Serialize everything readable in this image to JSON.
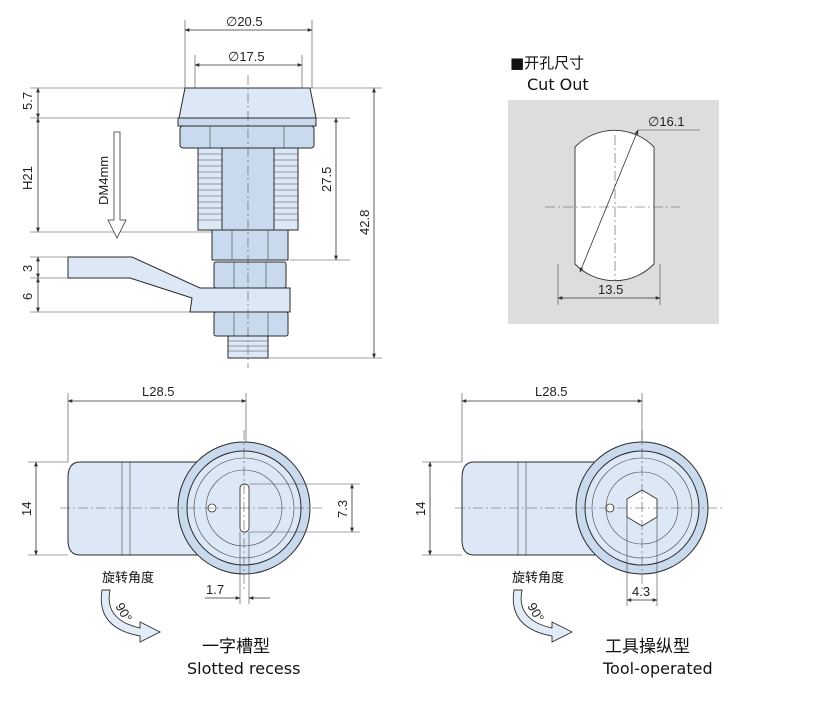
{
  "top_view": {
    "dims": {
      "outer_diameter": "∅20.5",
      "inner_diameter": "∅17.5",
      "head_height": "5.7",
      "thread_length": "H21",
      "cam_thickness": "3",
      "cam_offset": "6",
      "body_length": "27.5",
      "total_length": "42.8",
      "thread_spec": "DM4mm"
    }
  },
  "cutout": {
    "title_cn": "■开孔尺寸",
    "title_en": "Cut Out",
    "diameter": "∅16.1",
    "flat_width": "13.5"
  },
  "slotted": {
    "length": "L28.5",
    "height": "14",
    "slot_height": "7.3",
    "slot_width": "1.7",
    "rotation_cn": "旋转角度",
    "rotation_angle": "90°",
    "caption_cn": "一字槽型",
    "caption_en": "Slotted recess"
  },
  "tool": {
    "length": "L28.5",
    "height": "14",
    "hex_size": "4.3",
    "rotation_cn": "旋转角度",
    "rotation_angle": "90°",
    "caption_cn": "工具操纵型",
    "caption_en": "Tool-operated"
  },
  "colors": {
    "part_fill": "#c9d9ee",
    "cutout_bg": "#dddddd"
  }
}
